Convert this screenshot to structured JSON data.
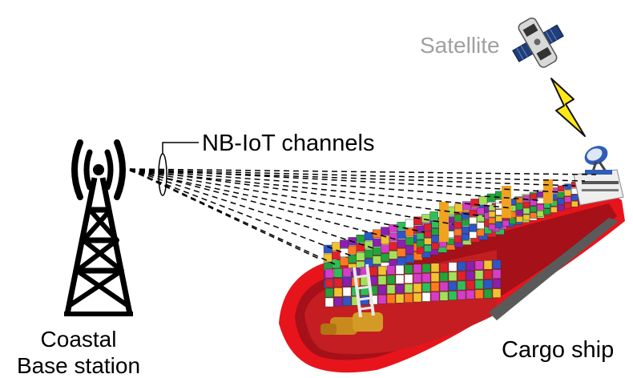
{
  "labels": {
    "satellite": "Satellite",
    "channels": "NB-IoT channels",
    "coastal": "Coastal",
    "base_station": "Base station",
    "cargo_ship": "Cargo ship"
  },
  "colors": {
    "hull": "#e8141c",
    "hull_dark": "#9a0a10",
    "lightning": "#ffe81a",
    "satellite_panel": "#1f3f7a",
    "tower": "#000000",
    "container_palette": [
      "#e0202a",
      "#23a33a",
      "#8a1fb0",
      "#d63cc9",
      "#2b57c9",
      "#f2c230",
      "#ff7a1c",
      "#ffffff",
      "#2fbf5a",
      "#a3e05a"
    ]
  },
  "icons": [
    "tower-icon",
    "satellite-icon",
    "lightning-icon",
    "satellite-dish-icon",
    "cargo-ship-icon"
  ]
}
